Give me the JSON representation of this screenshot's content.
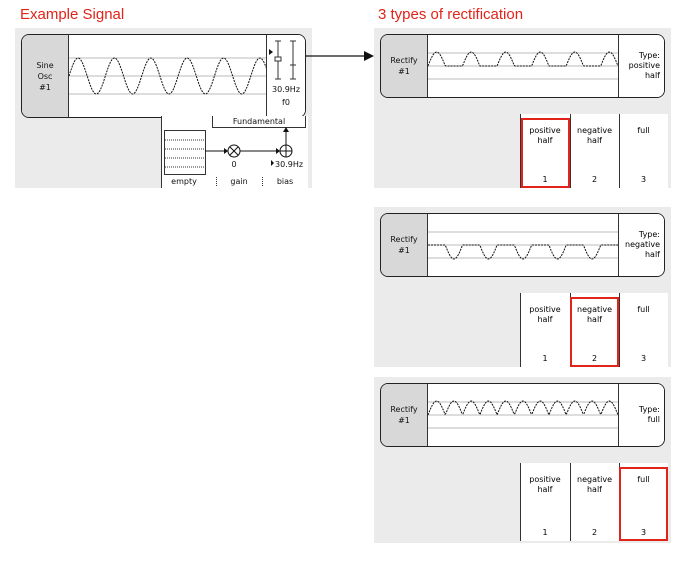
{
  "headings": {
    "left": "Example Signal",
    "right": "3 types of rectification"
  },
  "sine_osc": {
    "label_lines": [
      "Sine",
      "Osc",
      "#1"
    ],
    "freq_value": "30.9Hz",
    "freq_name": "f0",
    "fundamental_label": "Fundamental",
    "slots": {
      "empty": "empty",
      "gain": "gain",
      "bias": "bias"
    },
    "gain_value": "0",
    "bias_value": "30.9Hz"
  },
  "rectify_panels": [
    {
      "label_lines": [
        "Rectify",
        "#1"
      ],
      "type_lines": [
        "Type:",
        "positive",
        "half"
      ],
      "options": [
        {
          "label": [
            "positive",
            "half"
          ],
          "num": "1"
        },
        {
          "label": [
            "negative",
            "half"
          ],
          "num": "2"
        },
        {
          "label": [
            "full"
          ],
          "num": "3"
        }
      ],
      "selected": 0
    },
    {
      "label_lines": [
        "Rectify",
        "#1"
      ],
      "type_lines": [
        "Type:",
        "negative",
        "half"
      ],
      "options": [
        {
          "label": [
            "positive",
            "half"
          ],
          "num": "1"
        },
        {
          "label": [
            "negative",
            "half"
          ],
          "num": "2"
        },
        {
          "label": [
            "full"
          ],
          "num": "3"
        }
      ],
      "selected": 1
    },
    {
      "label_lines": [
        "Rectify",
        "#1"
      ],
      "type_lines": [
        "Type:",
        "full"
      ],
      "options": [
        {
          "label": [
            "positive",
            "half"
          ],
          "num": "1"
        },
        {
          "label": [
            "negative",
            "half"
          ],
          "num": "2"
        },
        {
          "label": [
            "full"
          ],
          "num": "3"
        }
      ],
      "selected": 2
    }
  ],
  "colors": {
    "accent": "#e2231a",
    "panel": "#ebebeb",
    "label_bg": "#d8d8d8"
  }
}
